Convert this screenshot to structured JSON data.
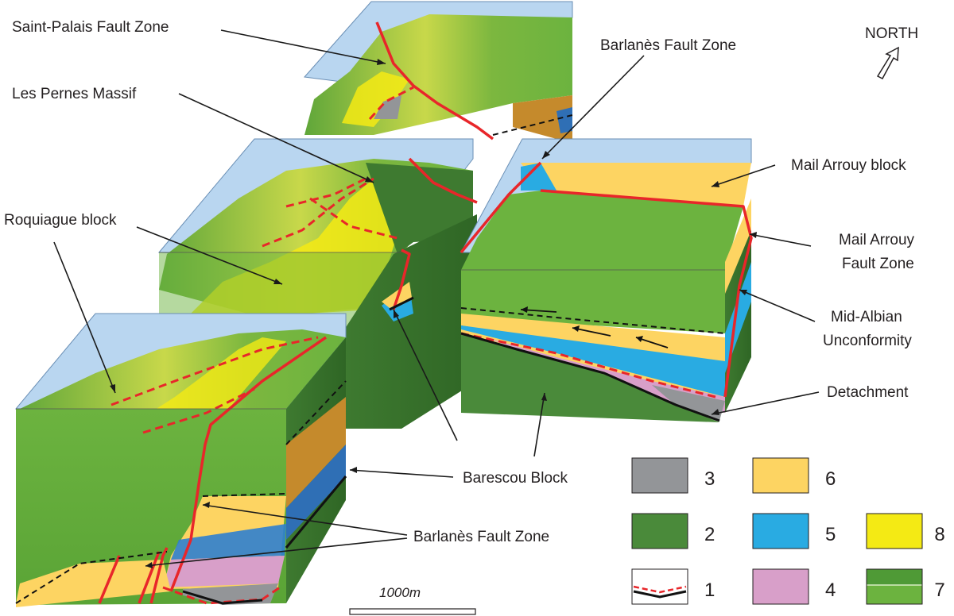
{
  "labels": {
    "saint_palais": "Saint-Palais Fault Zone",
    "les_pernes": "Les Pernes Massif",
    "roquiague": "Roquiague block",
    "barlanes_top": "Barlanès Fault Zone",
    "north": "NORTH",
    "mail_arrouy_block": "Mail Arrouy block",
    "mail_arrouy_fault_1": "Mail Arrouy",
    "mail_arrouy_fault_2": "Fault Zone",
    "mid_albian_1": "Mid-Albian",
    "mid_albian_2": "Unconformity",
    "detachment": "Detachment",
    "barescou": "Barescou Block",
    "barlanes_bottom": "Barlanès Fault Zone"
  },
  "scale_bar": {
    "label": "1000m"
  },
  "legend": [
    {
      "key": "3",
      "color": "#939598",
      "kind": "solid"
    },
    {
      "key": "6",
      "color": "#fdd462",
      "kind": "solid"
    },
    {
      "key": "2",
      "color": "#4a8a3a",
      "kind": "solid"
    },
    {
      "key": "5",
      "color": "#29abe2",
      "kind": "solid"
    },
    {
      "key": "8",
      "color": "#f4ea14",
      "kind": "solid"
    },
    {
      "key": "1",
      "color": "#e8262a",
      "kind": "line"
    },
    {
      "key": "4",
      "color": "#d89fc9",
      "kind": "solid"
    },
    {
      "key": "7",
      "color": "#6cb33f",
      "kind": "split"
    }
  ],
  "colors": {
    "dark_green": "#4a8a3a",
    "light_green": "#6cb33f",
    "yellow": "#f4ea14",
    "orange": "#fdd462",
    "blue": "#29abe2",
    "pink": "#d89fc9",
    "grey": "#939598",
    "fault_red": "#e8262a",
    "sky": "#b9d6f0"
  }
}
